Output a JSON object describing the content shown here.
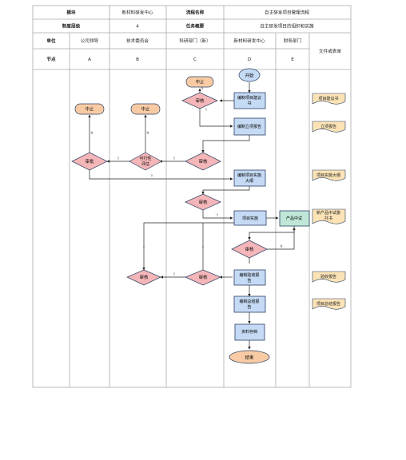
{
  "header": {
    "row1": {
      "module_label": "模块",
      "module_value": "新材料研发中心",
      "process_label": "流程名称",
      "process_value": "自主研发项目管理流程"
    },
    "row2": {
      "level_label": "制度层级",
      "level_value": "4",
      "summary_label": "任务概要",
      "summary_value": "自主研发项目的组织和实施"
    },
    "units_label": "单位",
    "nodes_label": "节点",
    "docs_label": "文件或表单",
    "units": [
      "公司领导",
      "技术委员会",
      "科研部门（新）",
      "新材料研发中心",
      "财务部门"
    ],
    "node_letters": [
      "A",
      "B",
      "C",
      "D",
      "E"
    ]
  },
  "flow": {
    "start": "开始",
    "end": "结束",
    "stop_c": "中止",
    "stop_a": "中止",
    "stop_b": "中止",
    "review_c1": "审核",
    "review_c2": "审核",
    "review_c3": "审核",
    "review_c4": "审核",
    "approve_a": "审批",
    "feasibility_b": [
      "可行性",
      "评估"
    ],
    "review_d": "审核",
    "review_b": "审核",
    "proposal": [
      "编制项目建议",
      "书"
    ],
    "approval_report": "编制立项报告",
    "impl_outline": [
      "编制项目实施",
      "大纲"
    ],
    "impl": "项目实施",
    "product_test": "产品中试",
    "acceptance_report": [
      "编制验收报",
      "告"
    ],
    "summary_report": [
      "编制总结报",
      "告"
    ],
    "archive": [
      "资料存档",
      ""
    ],
    "yes": "Y",
    "no": "N"
  },
  "documents": [
    [
      "项目建议书"
    ],
    [
      "立项报告"
    ],
    [
      "项目实施大纲"
    ],
    [
      "新产品中试委",
      "托书"
    ],
    [
      "验收报告"
    ],
    [
      "项目总结报告"
    ]
  ],
  "colors": {
    "terminator_orange": "#f8cba4",
    "start_blue": "#c5daf4",
    "process_blue": "#c5daf4",
    "decision_pink": "#f4b6b8",
    "product_green": "#bfe7d8",
    "document_tan": "#fbe3b6",
    "stroke_dark": "#2b3f63",
    "grid": "#aaaaaa"
  }
}
